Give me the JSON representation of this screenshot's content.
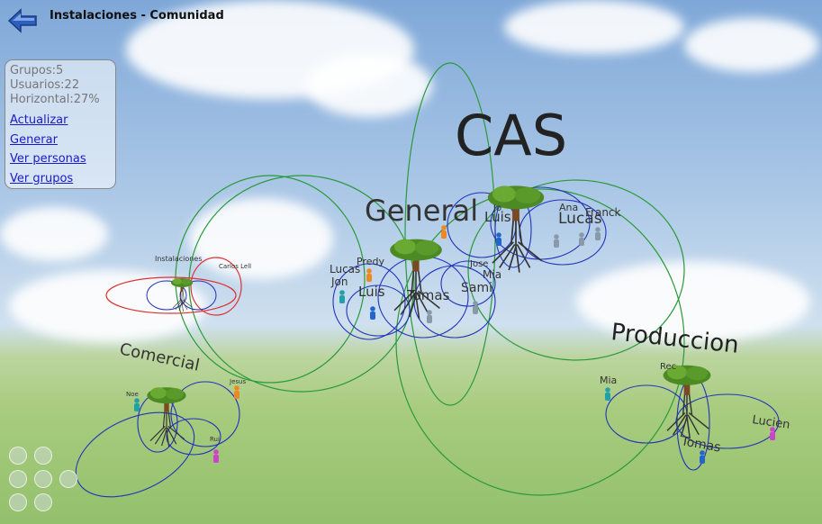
{
  "title": "Instalaciones - Comunidad",
  "panel": {
    "grupos": "Grupos:5",
    "usuarios": "Usuarios:22",
    "horizontal": "Horizontal:27%",
    "actualizar": "Actualizar",
    "generar": "Generar",
    "ver_personas": "Ver personas",
    "ver_grupos": "Ver grupos"
  },
  "groups": {
    "cas": "CAS",
    "general": "General",
    "comercial": "Comercial",
    "produccion": "Produccion",
    "instalaciones": "Instalaciones"
  },
  "people": {
    "general": [
      "Lucas",
      "Predy",
      "Jon",
      "Luis",
      "Tomas",
      "Mia",
      "Sami",
      "Jose"
    ],
    "cas": [
      "Luis",
      "Lucas",
      "Ana",
      "Franck",
      "Jo"
    ],
    "produccion": [
      "Mia",
      "Rec",
      "Lucien",
      "Tomas"
    ],
    "comercial": [
      "Noe",
      "Jesus",
      "Rui"
    ],
    "instalaciones": [
      "Carlos Lell"
    ]
  },
  "colors": {
    "ring_green": "#2a9a3a",
    "ring_blue": "#2233bb",
    "ring_red": "#dd3333",
    "link": "#1a1acc"
  },
  "icons": [
    "back-arrow-icon",
    "tree-icon",
    "person-icon",
    "nav-up-icon",
    "nav-down-icon",
    "nav-left-icon",
    "nav-right-icon"
  ]
}
